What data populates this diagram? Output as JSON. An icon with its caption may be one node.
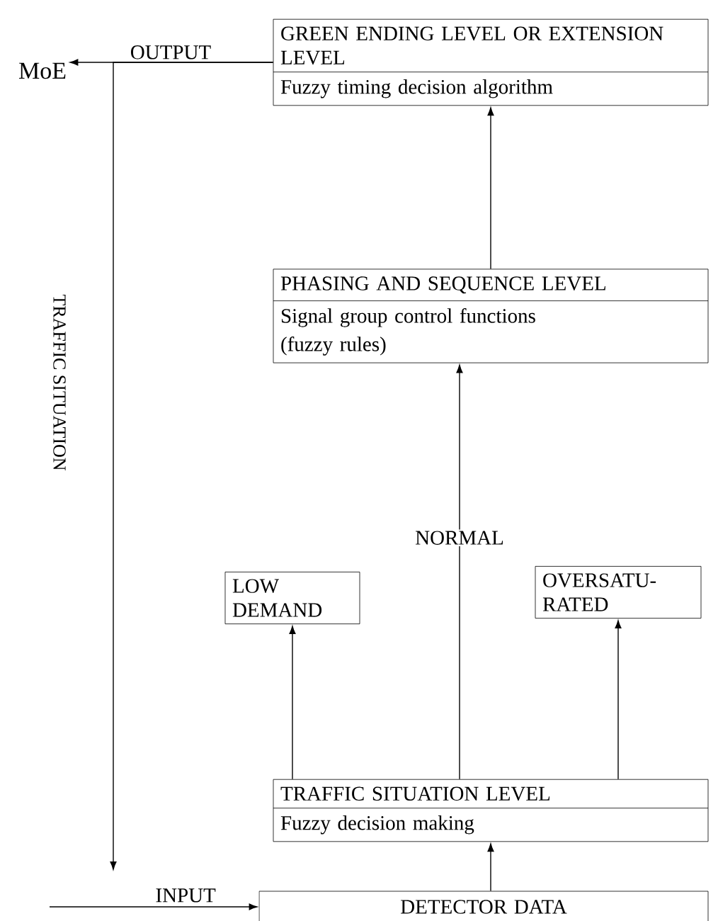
{
  "diagram": {
    "nodes": [
      {
        "text": [
          "GREEN ENDING LEVEL OR EXTENSION LEVEL",
          "Fuzzy timing decision algorithm"
        ]
      },
      {
        "text": [
          "PHASING AND SEQUENCE LEVEL",
          "Signal group control functions",
          "(fuzzy rules)"
        ]
      },
      {
        "text": [
          "LOW DEMAND"
        ]
      },
      {
        "text": [
          "OVERSATU-RATED"
        ]
      },
      {
        "text": [
          "TRAFFIC SITUATION LEVEL",
          "Fuzzy decision making"
        ]
      },
      {
        "text": [
          "DETECTOR DATA"
        ]
      },
      {
        "text": [
          "MoE"
        ]
      }
    ],
    "edges": [
      {
        "from": 5,
        "to": 4,
        "arrow": "to"
      },
      {
        "from": 4,
        "to": 1,
        "arrow": "to",
        "label": "NORMAL"
      },
      {
        "from": 4,
        "to": 2,
        "arrow": "to"
      },
      {
        "from": 4,
        "to": 3,
        "arrow": "to"
      },
      {
        "from": 1,
        "to": 0,
        "arrow": "to"
      },
      {
        "from": 0,
        "to": 6,
        "arrow": "to",
        "label": "OUTPUT"
      },
      {
        "from": 0,
        "to": null,
        "arrow": "to",
        "label": "TRAFFIC SITUATION"
      },
      {
        "from": null,
        "to": 5,
        "arrow": "to",
        "label": "INPUT"
      }
    ]
  }
}
